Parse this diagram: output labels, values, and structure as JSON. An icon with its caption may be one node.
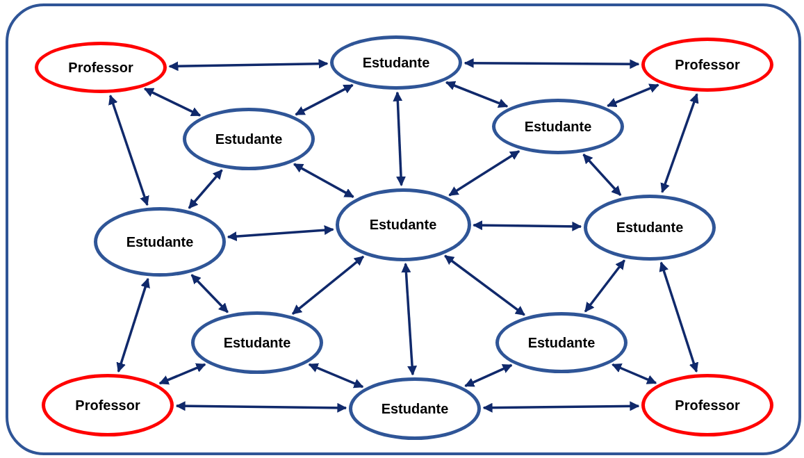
{
  "diagram": {
    "nodes": [
      {
        "text": [
          "Professor"
        ]
      },
      {
        "text": [
          "Estudante"
        ]
      },
      {
        "text": [
          "Professor"
        ]
      },
      {
        "text": [
          "Estudante"
        ]
      },
      {
        "text": [
          "Estudante"
        ]
      },
      {
        "text": [
          "Estudante"
        ]
      },
      {
        "text": [
          "Estudante"
        ]
      },
      {
        "text": [
          "Estudante"
        ]
      },
      {
        "text": [
          "Estudante"
        ]
      },
      {
        "text": [
          "Estudante"
        ]
      },
      {
        "text": [
          "Professor"
        ]
      },
      {
        "text": [
          "Estudante"
        ]
      },
      {
        "text": [
          "Professor"
        ]
      }
    ],
    "edges": [
      {
        "from": 0,
        "to": 1,
        "arrow": "both"
      },
      {
        "from": 1,
        "to": 2,
        "arrow": "both"
      },
      {
        "from": 0,
        "to": 3,
        "arrow": "both"
      },
      {
        "from": 1,
        "to": 3,
        "arrow": "both"
      },
      {
        "from": 1,
        "to": 4,
        "arrow": "both"
      },
      {
        "from": 1,
        "to": 6,
        "arrow": "both"
      },
      {
        "from": 2,
        "to": 4,
        "arrow": "both"
      },
      {
        "from": 0,
        "to": 5,
        "arrow": "both"
      },
      {
        "from": 2,
        "to": 7,
        "arrow": "both"
      },
      {
        "from": 3,
        "to": 5,
        "arrow": "both"
      },
      {
        "from": 3,
        "to": 6,
        "arrow": "both"
      },
      {
        "from": 4,
        "to": 6,
        "arrow": "both"
      },
      {
        "from": 4,
        "to": 7,
        "arrow": "both"
      },
      {
        "from": 5,
        "to": 6,
        "arrow": "both"
      },
      {
        "from": 6,
        "to": 7,
        "arrow": "both"
      },
      {
        "from": 5,
        "to": 10,
        "arrow": "both"
      },
      {
        "from": 7,
        "to": 12,
        "arrow": "both"
      },
      {
        "from": 5,
        "to": 8,
        "arrow": "both"
      },
      {
        "from": 6,
        "to": 8,
        "arrow": "both"
      },
      {
        "from": 6,
        "to": 11,
        "arrow": "both"
      },
      {
        "from": 6,
        "to": 9,
        "arrow": "both"
      },
      {
        "from": 7,
        "to": 9,
        "arrow": "both"
      },
      {
        "from": 8,
        "to": 10,
        "arrow": "both"
      },
      {
        "from": 8,
        "to": 11,
        "arrow": "both"
      },
      {
        "from": 9,
        "to": 11,
        "arrow": "both"
      },
      {
        "from": 9,
        "to": 12,
        "arrow": "both"
      },
      {
        "from": 10,
        "to": 11,
        "arrow": "both"
      },
      {
        "from": 11,
        "to": 12,
        "arrow": "both"
      }
    ]
  }
}
